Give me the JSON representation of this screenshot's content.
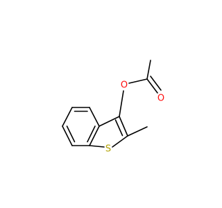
{
  "molecule": {
    "atoms": [
      {
        "id": "O_ester",
        "label": "O",
        "color": "#FF0D0D"
      },
      {
        "id": "O_carbonyl",
        "label": "O",
        "color": "#FF0D0D"
      },
      {
        "id": "S_ring",
        "label": "S",
        "color": "#B2A100"
      }
    ]
  },
  "colors": {
    "bond": "#000000",
    "background": "#FFFFFF"
  }
}
